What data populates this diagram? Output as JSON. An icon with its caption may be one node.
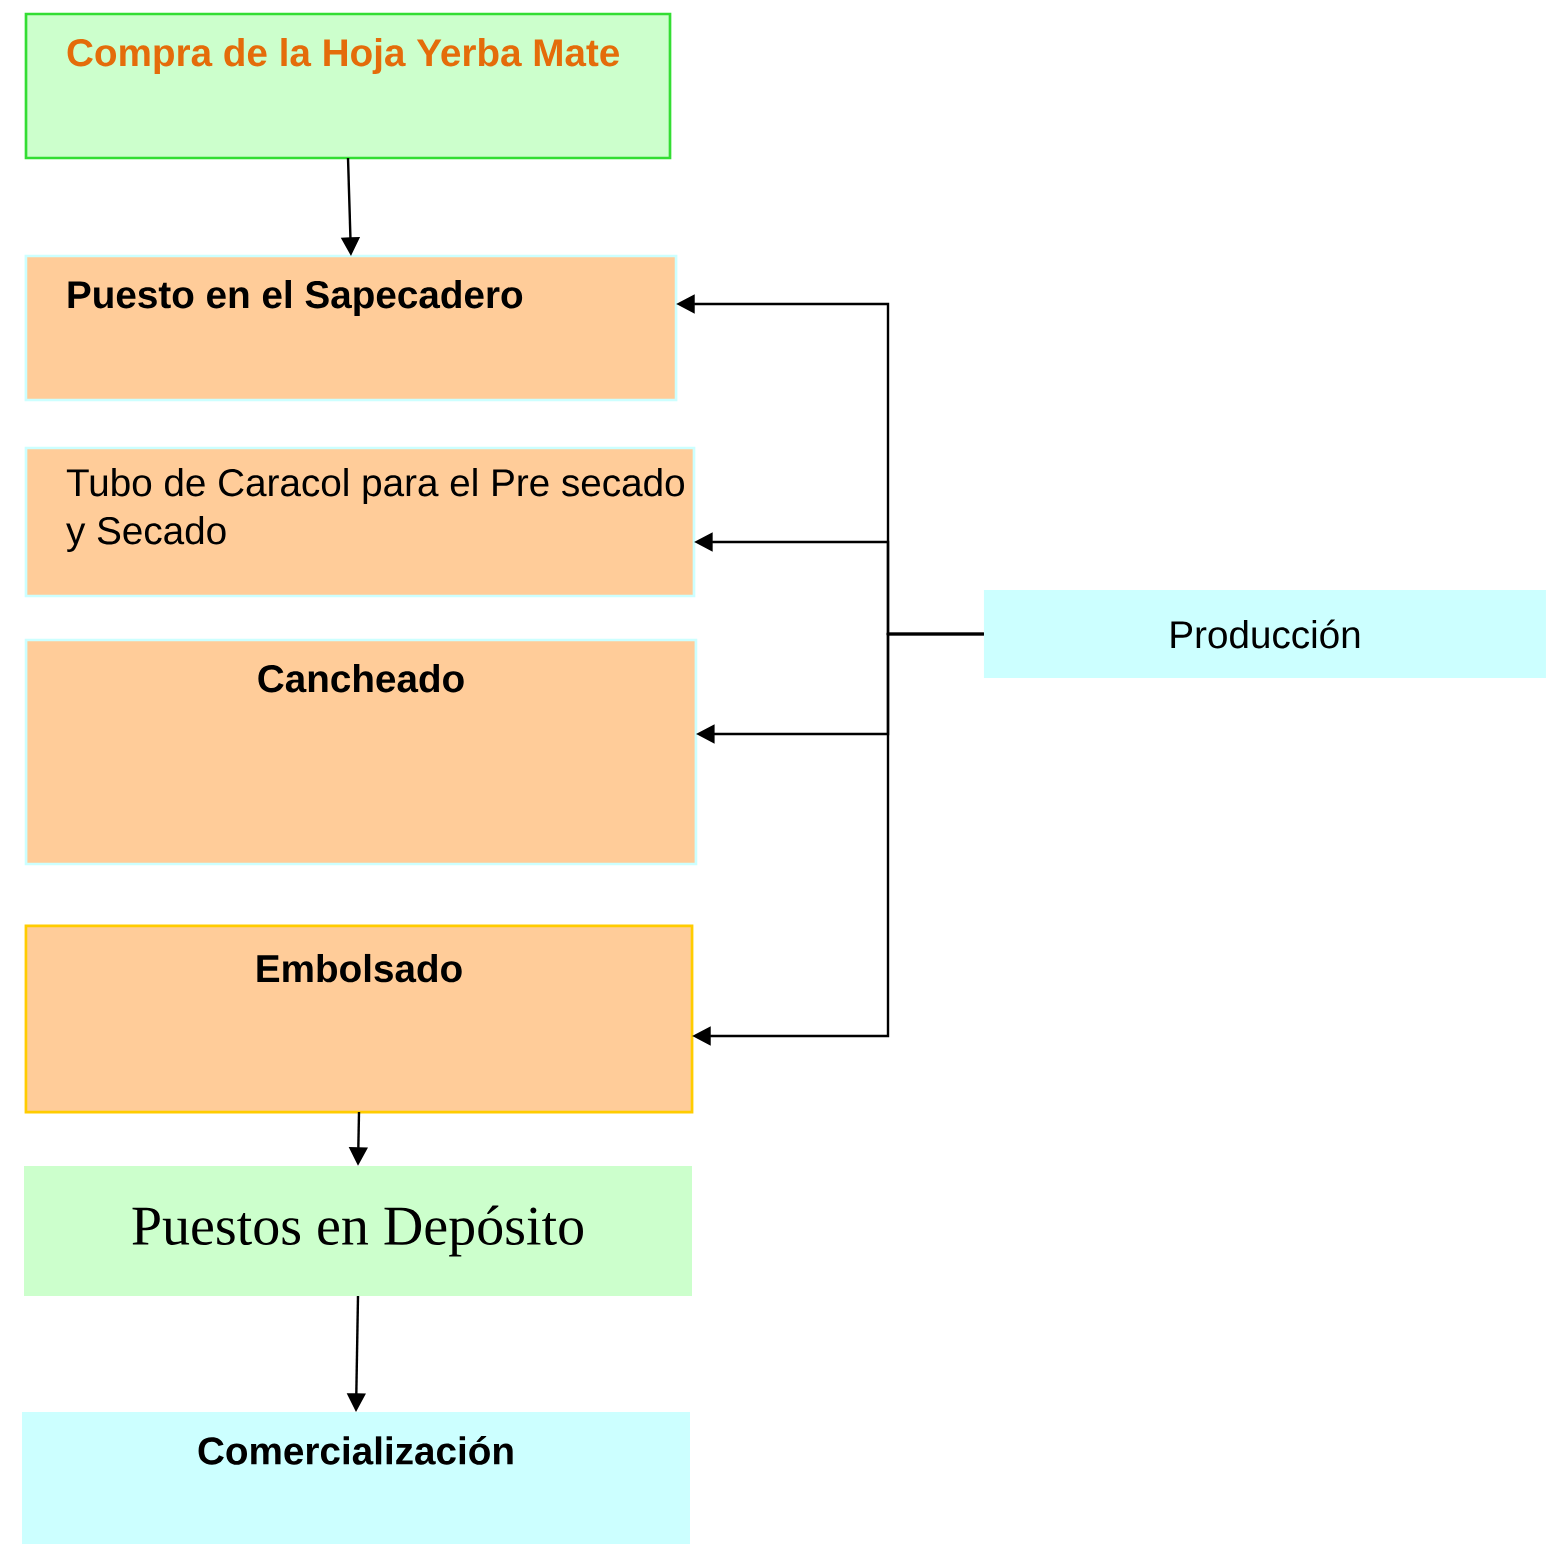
{
  "diagram": {
    "nodes": [
      {
        "text": [
          "Compra de la Hoja Yerba Mate"
        ]
      },
      {
        "text": [
          "Puesto en el Sapecadero"
        ]
      },
      {
        "text": [
          "Tubo de Caracol para el Pre secado y Secado"
        ]
      },
      {
        "text": [
          "Cancheado"
        ]
      },
      {
        "text": [
          "Embolsado"
        ]
      },
      {
        "text": [
          "Puestos en Depósito"
        ]
      },
      {
        "text": [
          "Comercialización"
        ]
      },
      {
        "text": [
          "Producción"
        ]
      }
    ],
    "edges": [
      {
        "from": 0,
        "to": 1,
        "arrow": "to"
      },
      {
        "from": 4,
        "to": 5,
        "arrow": "to"
      },
      {
        "from": 5,
        "to": 6,
        "arrow": "to"
      },
      {
        "from": 7,
        "to": 1,
        "arrow": "to"
      },
      {
        "from": 7,
        "to": 2,
        "arrow": "to"
      },
      {
        "from": 7,
        "to": 3,
        "arrow": "to"
      },
      {
        "from": 7,
        "to": 4,
        "arrow": "to"
      }
    ]
  }
}
